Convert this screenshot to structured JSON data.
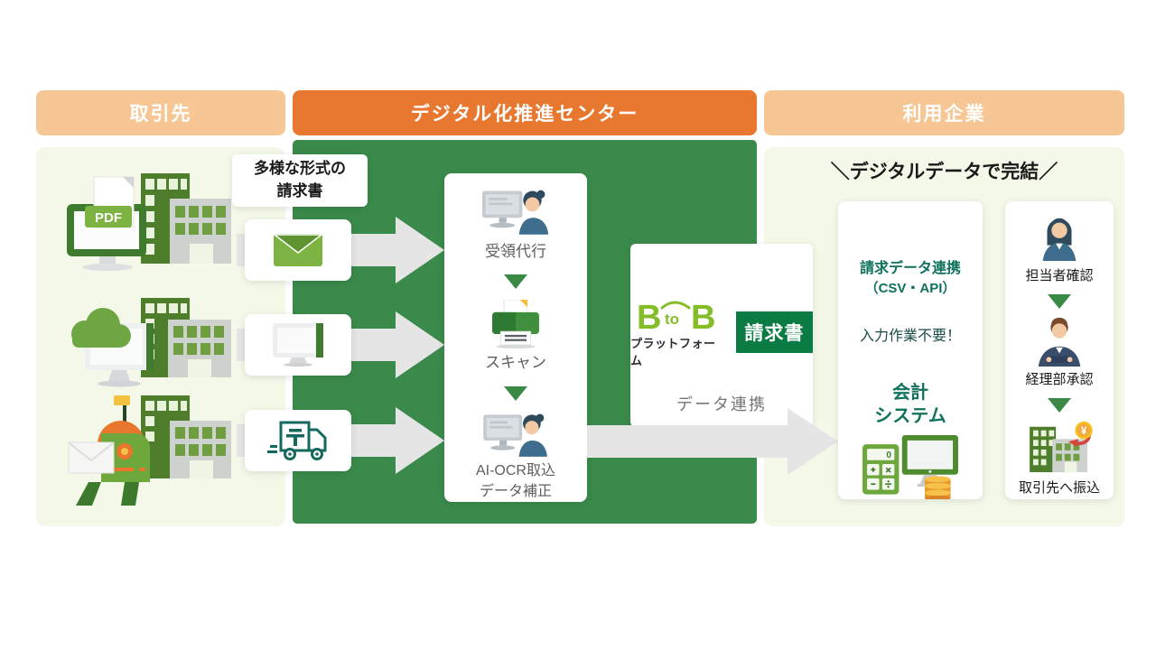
{
  "headers": {
    "partners": "取引先",
    "center": "デジタル化推進センター",
    "users": "利用企業"
  },
  "left_panel": {
    "note": "多様な形式の\n請求書",
    "pdf_label": "PDF"
  },
  "center_panel": {
    "steps": [
      {
        "label": "受領代行"
      },
      {
        "label": "スキャン"
      },
      {
        "label": "AI-OCR取込\nデータ補正"
      }
    ],
    "b2b": {
      "b1": "B",
      "to": "to",
      "b2": "B",
      "sub": "プラットフォーム",
      "badge": "請求書",
      "caption": "データ連携"
    }
  },
  "right_panel": {
    "headline": "＼デジタルデータで完結／",
    "data_card": {
      "line1": "請求データ連携",
      "line2": "（CSV・API）",
      "line3": "入力作業不要！",
      "system": "会計\nシステム",
      "calc_display": "0"
    },
    "flow_card": {
      "steps": [
        "担当者確認",
        "経理部承認",
        "取引先へ振込"
      ]
    },
    "coin_symbol": "¥"
  },
  "icons": {
    "names": [
      "pdf-monitor-building-icon",
      "cloud-monitor-building-icon",
      "mailbox-building-icon",
      "mail-envelope-icon",
      "web-monitor-icon",
      "postal-truck-icon",
      "operator-at-pc-icon",
      "scanner-printer-icon",
      "btob-logo",
      "accounting-system-icon",
      "female-staff-icon",
      "male-manager-icon",
      "bank-transfer-building-icon",
      "flow-arrow-icon",
      "down-arrow-icon"
    ]
  },
  "colors": {
    "header_light": "#F6C795",
    "header_orange": "#E8782F",
    "panel_light": "#F3F8E8",
    "panel_dark": "#3A8A4B",
    "arrow_gray": "#E5E5E5",
    "triangle_green": "#3A8A46",
    "b2b_green": "#85BD28",
    "badge_green": "#0A7B42",
    "teal_text": "#0E725D"
  }
}
